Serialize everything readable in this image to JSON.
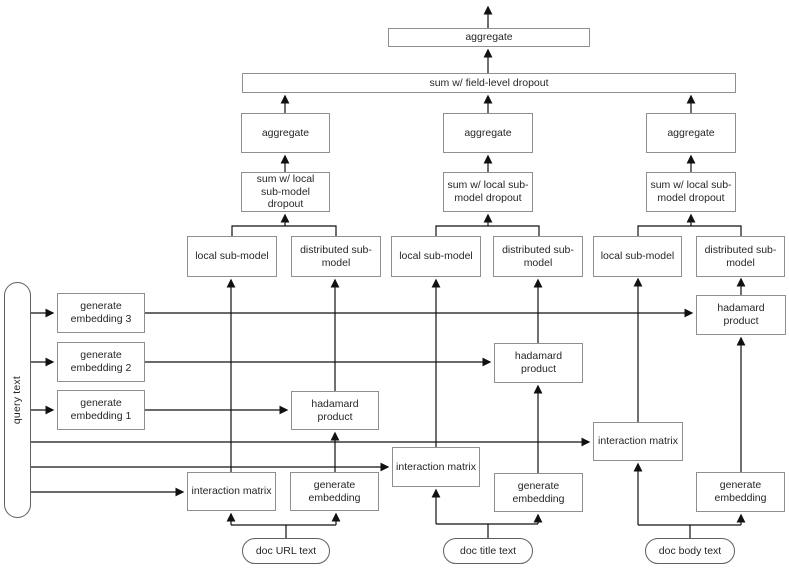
{
  "diagram": {
    "kind": "model-architecture-flowchart",
    "output": {
      "aggregate": "aggregate",
      "field_dropout": "sum w/ field-level dropout"
    },
    "query": {
      "label": "query text",
      "embeddings": [
        "generate embedding 3",
        "generate embedding 2",
        "generate embedding 1"
      ]
    },
    "columns": [
      {
        "id": "url",
        "doc": "doc URL text",
        "aggregate": "aggregate",
        "sum_dropout": "sum w/ local sub-model dropout",
        "local": "local sub-model",
        "distributed": "distributed sub-model",
        "hadamard": "hadamard product",
        "interaction": "interaction matrix",
        "embed": "generate embedding"
      },
      {
        "id": "title",
        "doc": "doc title text",
        "aggregate": "aggregate",
        "sum_dropout": "sum w/ local sub-model dropout",
        "local": "local sub-model",
        "distributed": "distributed sub-model",
        "hadamard": "hadamard product",
        "interaction": "interaction matrix",
        "embed": "generate embedding"
      },
      {
        "id": "body",
        "doc": "doc body text",
        "aggregate": "aggregate",
        "sum_dropout": "sum w/ local sub-model dropout",
        "local": "local sub-model",
        "distributed": "distributed sub-model",
        "hadamard": "hadamard product",
        "interaction": "interaction matrix",
        "embed": "generate embedding"
      }
    ],
    "colors": {
      "background": "#ffffff",
      "box_border": "#8f8f8f",
      "stadium_border": "#5f5f5f",
      "arrow": "#111111",
      "text": "#262626"
    }
  }
}
